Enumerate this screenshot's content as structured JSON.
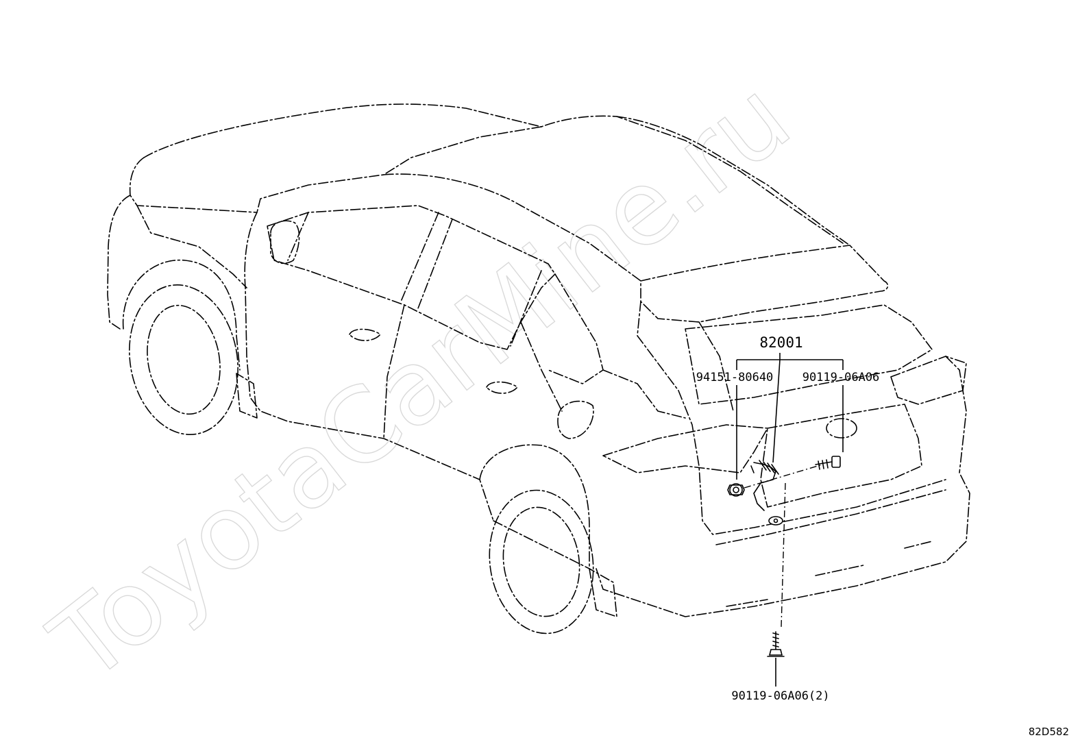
{
  "watermark": "ToyotaCarMine.ru",
  "labels": {
    "assembly": "82001",
    "part_left": "94151-80640",
    "part_right": "90119-06A06",
    "part_bottom": "90119-06A06(2)"
  },
  "diagram_code": "82D582"
}
